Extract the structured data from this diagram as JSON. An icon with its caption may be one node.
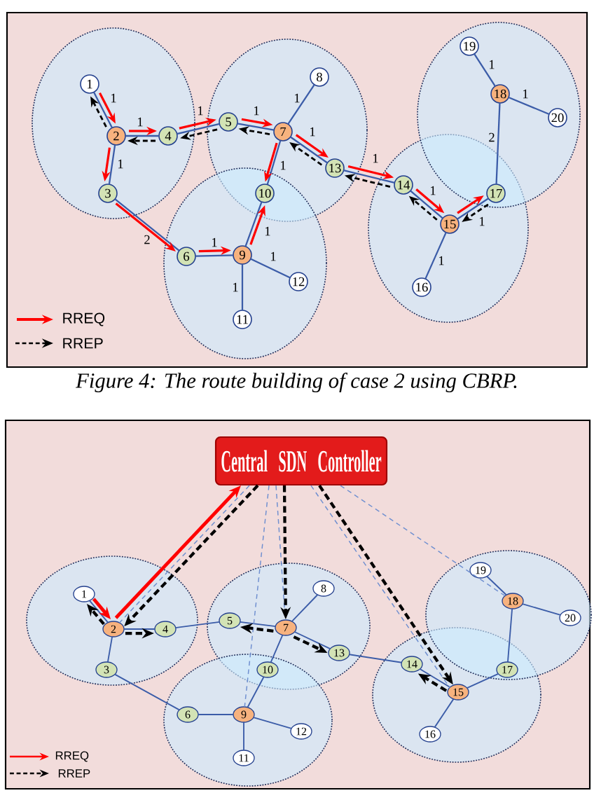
{
  "diagram": {
    "caption": "Figure 4: The route building of case 2 using CBRP.",
    "nodes": [
      {
        "text": [
          "1"
        ]
      },
      {
        "text": [
          "2"
        ]
      },
      {
        "text": [
          "3"
        ]
      },
      {
        "text": [
          "4"
        ]
      },
      {
        "text": [
          "5"
        ]
      },
      {
        "text": [
          "6"
        ]
      },
      {
        "text": [
          "7"
        ]
      },
      {
        "text": [
          "8"
        ]
      },
      {
        "text": [
          "9"
        ]
      },
      {
        "text": [
          "10"
        ]
      },
      {
        "text": [
          "11"
        ]
      },
      {
        "text": [
          "12"
        ]
      },
      {
        "text": [
          "13"
        ]
      },
      {
        "text": [
          "14"
        ]
      },
      {
        "text": [
          "15"
        ]
      },
      {
        "text": [
          "16"
        ]
      },
      {
        "text": [
          "17"
        ]
      },
      {
        "text": [
          "18"
        ]
      },
      {
        "text": [
          "19"
        ]
      },
      {
        "text": [
          "20"
        ]
      },
      {
        "text": [
          "Central SDN Controller"
        ]
      },
      {
        "text": [
          "1"
        ]
      },
      {
        "text": [
          "2"
        ]
      },
      {
        "text": [
          "3"
        ]
      },
      {
        "text": [
          "4"
        ]
      },
      {
        "text": [
          "5"
        ]
      },
      {
        "text": [
          "6"
        ]
      },
      {
        "text": [
          "7"
        ]
      },
      {
        "text": [
          "8"
        ]
      },
      {
        "text": [
          "9"
        ]
      },
      {
        "text": [
          "10"
        ]
      },
      {
        "text": [
          "11"
        ]
      },
      {
        "text": [
          "12"
        ]
      },
      {
        "text": [
          "13"
        ]
      },
      {
        "text": [
          "14"
        ]
      },
      {
        "text": [
          "15"
        ]
      },
      {
        "text": [
          "16"
        ]
      },
      {
        "text": [
          "17"
        ]
      },
      {
        "text": [
          "18"
        ]
      },
      {
        "text": [
          "19"
        ]
      },
      {
        "text": [
          "20"
        ]
      }
    ],
    "edges": [
      {
        "from": 0,
        "to": 1,
        "arrow": "none",
        "label": "1"
      },
      {
        "from": 1,
        "to": 3,
        "arrow": "none",
        "label": "1"
      },
      {
        "from": 1,
        "to": 2,
        "arrow": "none",
        "label": "1"
      },
      {
        "from": 3,
        "to": 4,
        "arrow": "none",
        "label": "1"
      },
      {
        "from": 4,
        "to": 6,
        "arrow": "none",
        "label": "1"
      },
      {
        "from": 6,
        "to": 7,
        "arrow": "none",
        "label": "1"
      },
      {
        "from": 6,
        "to": 9,
        "arrow": "none",
        "label": "1"
      },
      {
        "from": 6,
        "to": 12,
        "arrow": "none",
        "label": "1"
      },
      {
        "from": 12,
        "to": 13,
        "arrow": "none",
        "label": "1"
      },
      {
        "from": 13,
        "to": 14,
        "arrow": "none",
        "label": "1"
      },
      {
        "from": 14,
        "to": 16,
        "arrow": "none",
        "label": "1"
      },
      {
        "from": 14,
        "to": 15,
        "arrow": "none",
        "label": "1"
      },
      {
        "from": 16,
        "to": 17,
        "arrow": "none",
        "label": "2"
      },
      {
        "from": 17,
        "to": 18,
        "arrow": "none",
        "label": "1"
      },
      {
        "from": 17,
        "to": 19,
        "arrow": "none",
        "label": "1"
      },
      {
        "from": 2,
        "to": 5,
        "arrow": "none",
        "label": "2"
      },
      {
        "from": 5,
        "to": 8,
        "arrow": "none",
        "label": "1"
      },
      {
        "from": 8,
        "to": 9,
        "arrow": "none",
        "label": "1"
      },
      {
        "from": 8,
        "to": 11,
        "arrow": "none",
        "label": "1"
      },
      {
        "from": 8,
        "to": 10,
        "arrow": "none",
        "label": "1"
      },
      {
        "from": 0,
        "to": 1,
        "arrow": "to",
        "color": "#ff0000"
      },
      {
        "from": 1,
        "to": 3,
        "arrow": "to",
        "color": "#ff0000"
      },
      {
        "from": 1,
        "to": 2,
        "arrow": "to",
        "color": "#ff0000"
      },
      {
        "from": 3,
        "to": 4,
        "arrow": "to",
        "color": "#ff0000"
      },
      {
        "from": 4,
        "to": 6,
        "arrow": "to",
        "color": "#ff0000"
      },
      {
        "from": 6,
        "to": 9,
        "arrow": "to",
        "color": "#ff0000"
      },
      {
        "from": 6,
        "to": 12,
        "arrow": "to",
        "color": "#ff0000"
      },
      {
        "from": 12,
        "to": 13,
        "arrow": "to",
        "color": "#ff0000"
      },
      {
        "from": 13,
        "to": 14,
        "arrow": "to",
        "color": "#ff0000"
      },
      {
        "from": 14,
        "to": 16,
        "arrow": "to",
        "color": "#ff0000"
      },
      {
        "from": 2,
        "to": 5,
        "arrow": "to",
        "color": "#ff0000"
      },
      {
        "from": 5,
        "to": 8,
        "arrow": "to",
        "color": "#ff0000"
      },
      {
        "from": 8,
        "to": 9,
        "arrow": "to",
        "color": "#ff0000"
      },
      {
        "from": 1,
        "to": 0,
        "arrow": "to",
        "style": "dashed",
        "color": "#000000"
      },
      {
        "from": 3,
        "to": 1,
        "arrow": "to",
        "style": "dashed",
        "color": "#000000"
      },
      {
        "from": 4,
        "to": 3,
        "arrow": "to",
        "style": "dashed",
        "color": "#000000"
      },
      {
        "from": 6,
        "to": 4,
        "arrow": "to",
        "style": "dashed",
        "color": "#000000"
      },
      {
        "from": 12,
        "to": 6,
        "arrow": "to",
        "style": "dashed",
        "color": "#000000"
      },
      {
        "from": 13,
        "to": 12,
        "arrow": "to",
        "style": "dashed",
        "color": "#000000"
      },
      {
        "from": 14,
        "to": 13,
        "arrow": "to",
        "style": "dashed",
        "color": "#000000"
      },
      {
        "from": 16,
        "to": 14,
        "arrow": "to",
        "style": "dashed",
        "color": "#000000"
      },
      {
        "from": 21,
        "to": 22,
        "arrow": "none"
      },
      {
        "from": 22,
        "to": 24,
        "arrow": "none"
      },
      {
        "from": 22,
        "to": 23,
        "arrow": "none"
      },
      {
        "from": 24,
        "to": 25,
        "arrow": "none"
      },
      {
        "from": 25,
        "to": 27,
        "arrow": "none"
      },
      {
        "from": 27,
        "to": 28,
        "arrow": "none"
      },
      {
        "from": 27,
        "to": 30,
        "arrow": "none"
      },
      {
        "from": 27,
        "to": 33,
        "arrow": "none"
      },
      {
        "from": 33,
        "to": 34,
        "arrow": "none"
      },
      {
        "from": 34,
        "to": 35,
        "arrow": "none"
      },
      {
        "from": 35,
        "to": 37,
        "arrow": "none"
      },
      {
        "from": 35,
        "to": 36,
        "arrow": "none"
      },
      {
        "from": 37,
        "to": 38,
        "arrow": "none"
      },
      {
        "from": 38,
        "to": 39,
        "arrow": "none"
      },
      {
        "from": 38,
        "to": 40,
        "arrow": "none"
      },
      {
        "from": 23,
        "to": 26,
        "arrow": "none"
      },
      {
        "from": 26,
        "to": 29,
        "arrow": "none"
      },
      {
        "from": 29,
        "to": 30,
        "arrow": "none"
      },
      {
        "from": 29,
        "to": 32,
        "arrow": "none"
      },
      {
        "from": 29,
        "to": 31,
        "arrow": "none"
      },
      {
        "from": 20,
        "to": 22,
        "arrow": "none",
        "style": "dashed",
        "color": "#6f8fd0"
      },
      {
        "from": 20,
        "to": 27,
        "arrow": "none",
        "style": "dashed",
        "color": "#6f8fd0"
      },
      {
        "from": 20,
        "to": 29,
        "arrow": "none",
        "style": "dashed",
        "color": "#6f8fd0"
      },
      {
        "from": 20,
        "to": 35,
        "arrow": "none",
        "style": "dashed",
        "color": "#6f8fd0"
      },
      {
        "from": 20,
        "to": 38,
        "arrow": "none",
        "style": "dashed",
        "color": "#6f8fd0"
      },
      {
        "from": 21,
        "to": 22,
        "arrow": "to",
        "color": "#ff0000"
      },
      {
        "from": 22,
        "to": 20,
        "arrow": "to",
        "color": "#ff0000"
      },
      {
        "from": 20,
        "to": 22,
        "arrow": "to",
        "style": "dashed",
        "color": "#000000"
      },
      {
        "from": 22,
        "to": 21,
        "arrow": "to",
        "style": "dashed",
        "color": "#000000"
      },
      {
        "from": 22,
        "to": 24,
        "arrow": "to",
        "style": "dashed",
        "color": "#000000"
      },
      {
        "from": 20,
        "to": 27,
        "arrow": "to",
        "style": "dashed",
        "color": "#000000"
      },
      {
        "from": 27,
        "to": 25,
        "arrow": "to",
        "style": "dashed",
        "color": "#000000"
      },
      {
        "from": 27,
        "to": 33,
        "arrow": "to",
        "style": "dashed",
        "color": "#000000"
      },
      {
        "from": 20,
        "to": 35,
        "arrow": "to",
        "style": "dashed",
        "color": "#000000"
      },
      {
        "from": 35,
        "to": 34,
        "arrow": "to",
        "style": "dashed",
        "color": "#000000"
      }
    ],
    "legend": [
      {
        "text": "RREQ"
      },
      {
        "text": "RREP"
      },
      {
        "text": "RREQ"
      },
      {
        "text": "RREP"
      }
    ]
  }
}
